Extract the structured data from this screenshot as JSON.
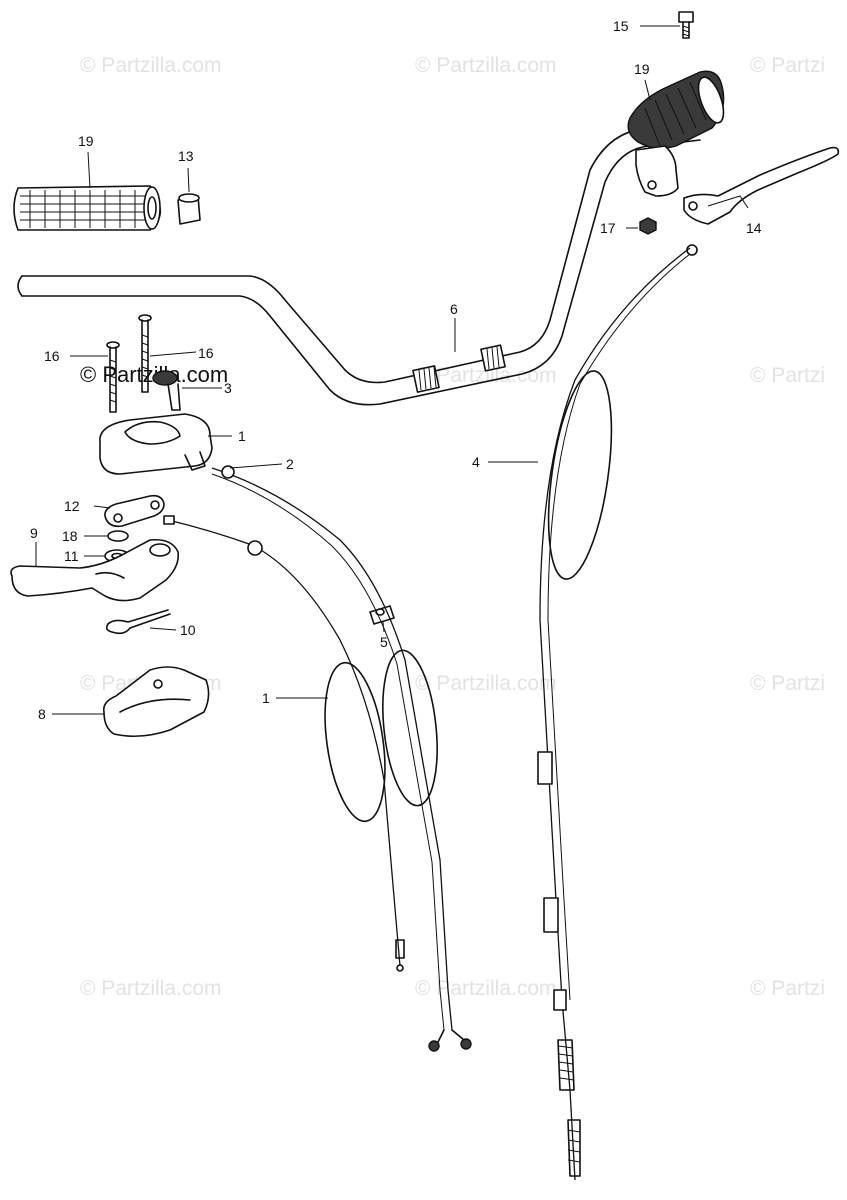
{
  "watermark": "© Partzilla.com",
  "watermark_partial": "© Partzi",
  "callouts": {
    "c15": "15",
    "c19_right": "19",
    "c19_left": "19",
    "c13": "13",
    "c17": "17",
    "c14": "14",
    "c6": "6",
    "c16_left": "16",
    "c16_right": "16",
    "c3": "3",
    "c1_top": "1",
    "c2": "2",
    "c4": "4",
    "c12": "12",
    "c18": "18",
    "c9": "9",
    "c11": "11",
    "c10": "10",
    "c5": "5",
    "c1_bottom": "1",
    "c8": "8"
  }
}
